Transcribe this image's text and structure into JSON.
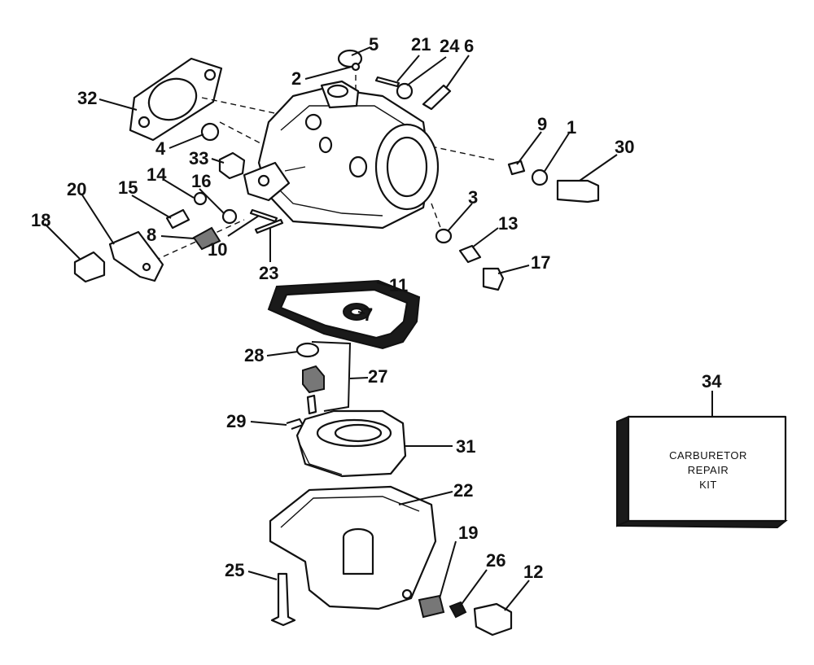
{
  "diagram": {
    "callouts": [
      {
        "id": "1",
        "label": "1"
      },
      {
        "id": "2",
        "label": "2"
      },
      {
        "id": "3",
        "label": "3"
      },
      {
        "id": "4",
        "label": "4"
      },
      {
        "id": "5",
        "label": "5"
      },
      {
        "id": "6",
        "label": "6"
      },
      {
        "id": "7",
        "label": "7"
      },
      {
        "id": "8",
        "label": "8"
      },
      {
        "id": "9",
        "label": "9"
      },
      {
        "id": "10",
        "label": "10"
      },
      {
        "id": "11",
        "label": "11"
      },
      {
        "id": "12",
        "label": "12"
      },
      {
        "id": "13",
        "label": "13"
      },
      {
        "id": "14",
        "label": "14"
      },
      {
        "id": "15",
        "label": "15"
      },
      {
        "id": "16",
        "label": "16"
      },
      {
        "id": "17",
        "label": "17"
      },
      {
        "id": "18",
        "label": "18"
      },
      {
        "id": "19",
        "label": "19"
      },
      {
        "id": "20",
        "label": "20"
      },
      {
        "id": "21",
        "label": "21"
      },
      {
        "id": "22",
        "label": "22"
      },
      {
        "id": "23",
        "label": "23"
      },
      {
        "id": "24",
        "label": "24"
      },
      {
        "id": "25",
        "label": "25"
      },
      {
        "id": "26",
        "label": "26"
      },
      {
        "id": "27",
        "label": "27"
      },
      {
        "id": "28",
        "label": "28"
      },
      {
        "id": "29",
        "label": "29"
      },
      {
        "id": "30",
        "label": "30"
      },
      {
        "id": "31",
        "label": "31"
      },
      {
        "id": "32",
        "label": "32"
      },
      {
        "id": "33",
        "label": "33"
      },
      {
        "id": "34",
        "label": "34"
      }
    ],
    "kit_box": {
      "line1": "CARBURETOR",
      "line2": "REPAIR",
      "line3": "KIT"
    }
  }
}
